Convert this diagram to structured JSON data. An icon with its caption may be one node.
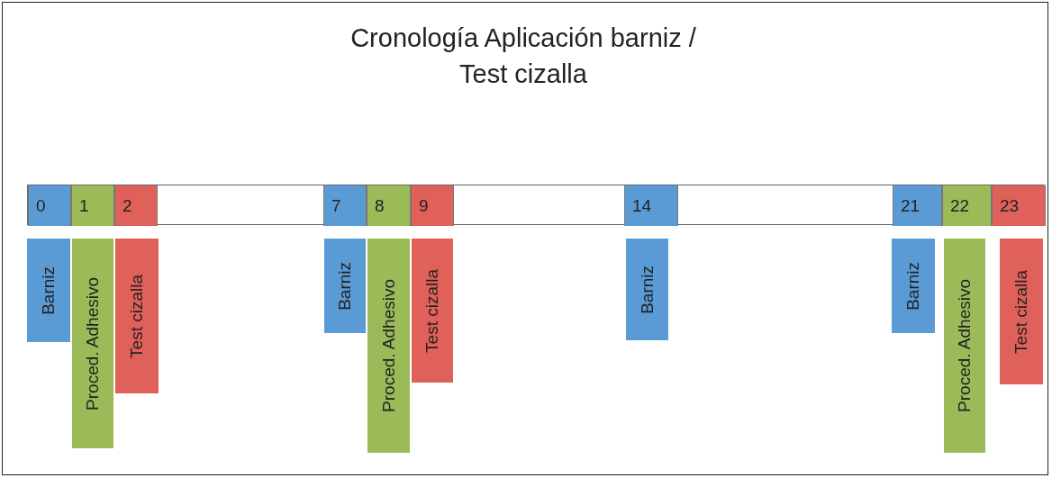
{
  "diagram": {
    "title": "Cronología Aplicación barniz / Test cizalla",
    "nodes": [
      {
        "text": [],
        "shape": "bar"
      },
      {
        "text": [
          "0"
        ],
        "in": 0
      },
      {
        "text": [
          "1"
        ],
        "in": 0
      },
      {
        "text": [
          "2"
        ],
        "in": 0
      },
      {
        "text": [
          "7"
        ],
        "in": 0
      },
      {
        "text": [
          "8"
        ],
        "in": 0
      },
      {
        "text": [
          "9"
        ],
        "in": 0
      },
      {
        "text": [
          "14"
        ],
        "in": 0
      },
      {
        "text": [
          "21"
        ],
        "in": 0
      },
      {
        "text": [
          "22"
        ],
        "in": 0
      },
      {
        "text": [
          "23"
        ],
        "in": 0
      },
      {
        "text": [
          "Barniz"
        ]
      },
      {
        "text": [
          "Proced. Adhesivo"
        ]
      },
      {
        "text": [
          "Test cizalla"
        ]
      },
      {
        "text": [
          "Barniz"
        ]
      },
      {
        "text": [
          "Proced. Adhesivo"
        ]
      },
      {
        "text": [
          "Test cizalla"
        ]
      },
      {
        "text": [
          "Barniz"
        ]
      },
      {
        "text": [
          "Barniz"
        ]
      },
      {
        "text": [
          "Proced. Adhesivo"
        ]
      },
      {
        "text": [
          "Test cizalla"
        ]
      }
    ]
  }
}
